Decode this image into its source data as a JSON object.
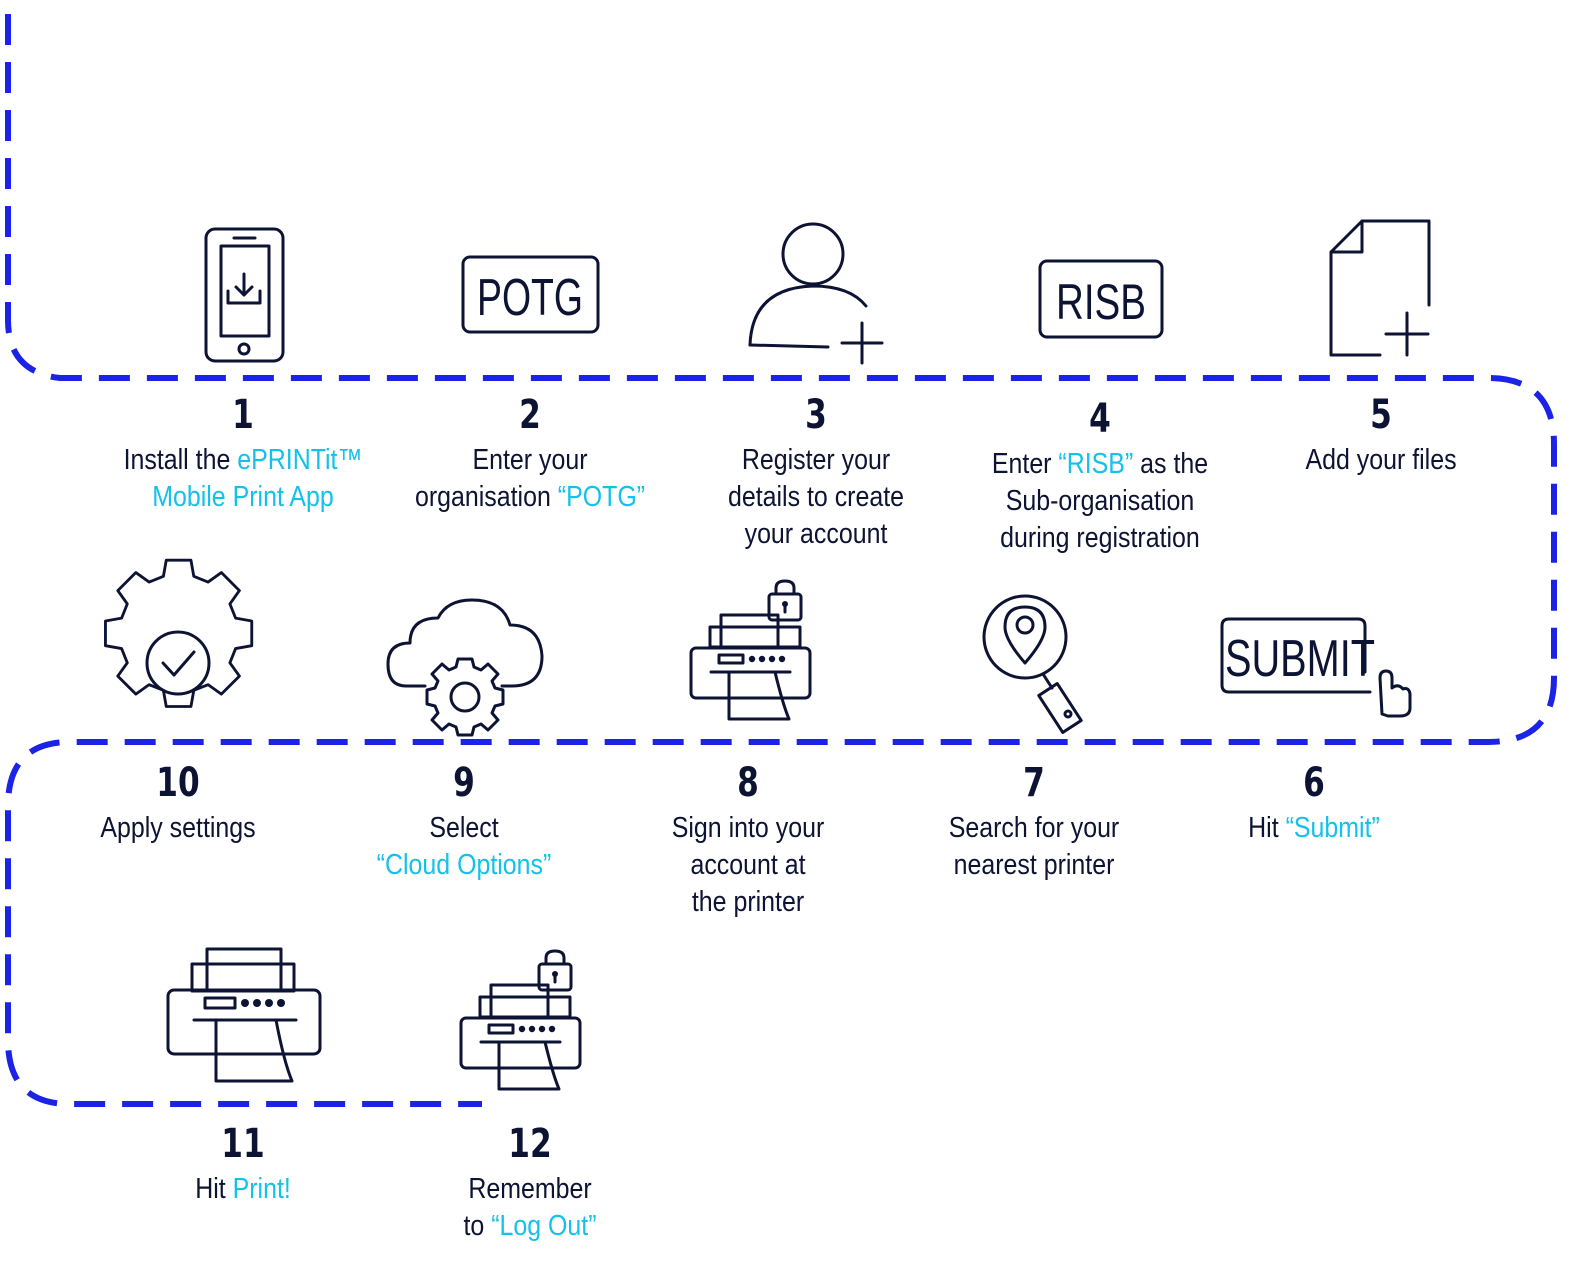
{
  "colors": {
    "ink": "#0d1333",
    "accent": "#14c1ea",
    "path": "#1a23e6"
  },
  "steps": [
    {
      "number": "1",
      "icon": "mobile-download-icon",
      "lines": [
        [
          {
            "t": "Install the "
          },
          {
            "t": "ePRINTit™",
            "hl": true
          }
        ],
        [
          {
            "t": "Mobile Print App",
            "hl": true
          }
        ]
      ]
    },
    {
      "number": "2",
      "icon": "potg-code-icon",
      "lines": [
        [
          {
            "t": "Enter your"
          }
        ],
        [
          {
            "t": "organisation "
          },
          {
            "t": "“POTG”",
            "hl": true
          }
        ]
      ]
    },
    {
      "number": "3",
      "icon": "add-user-icon",
      "lines": [
        [
          {
            "t": "Register your"
          }
        ],
        [
          {
            "t": "details to create"
          }
        ],
        [
          {
            "t": "your account"
          }
        ]
      ]
    },
    {
      "number": "4",
      "icon": "risb-code-icon",
      "lines": [
        [
          {
            "t": "Enter "
          },
          {
            "t": "“RISB”",
            "hl": true
          },
          {
            "t": " as the"
          }
        ],
        [
          {
            "t": "Sub-organisation"
          }
        ],
        [
          {
            "t": "during registration"
          }
        ]
      ]
    },
    {
      "number": "5",
      "icon": "add-file-icon",
      "lines": [
        [
          {
            "t": "Add your files"
          }
        ]
      ]
    },
    {
      "number": "6",
      "icon": "submit-click-icon",
      "lines": [
        [
          {
            "t": "Hit "
          },
          {
            "t": "“Submit”",
            "hl": true
          }
        ]
      ]
    },
    {
      "number": "7",
      "icon": "search-location-icon",
      "lines": [
        [
          {
            "t": "Search for your"
          }
        ],
        [
          {
            "t": "nearest printer"
          }
        ]
      ]
    },
    {
      "number": "8",
      "icon": "secure-printer-icon",
      "lines": [
        [
          {
            "t": "Sign into your"
          }
        ],
        [
          {
            "t": "account at"
          }
        ],
        [
          {
            "t": "the printer"
          }
        ]
      ]
    },
    {
      "number": "9",
      "icon": "cloud-settings-icon",
      "lines": [
        [
          {
            "t": "Select"
          }
        ],
        [
          {
            "t": "“Cloud Options”",
            "hl": true
          }
        ]
      ]
    },
    {
      "number": "10",
      "icon": "gear-check-icon",
      "lines": [
        [
          {
            "t": "Apply settings"
          }
        ]
      ]
    },
    {
      "number": "11",
      "icon": "printer-icon",
      "lines": [
        [
          {
            "t": "Hit "
          },
          {
            "t": "Print!",
            "hl": true
          }
        ]
      ]
    },
    {
      "number": "12",
      "icon": "secure-printer-icon",
      "lines": [
        [
          {
            "t": "Remember"
          }
        ],
        [
          {
            "t": "to "
          },
          {
            "t": "“Log Out”",
            "hl": true
          }
        ]
      ]
    }
  ],
  "icon_labels": {
    "potg": "POTG",
    "risb": "RISB",
    "submit": "SUBMIT"
  }
}
